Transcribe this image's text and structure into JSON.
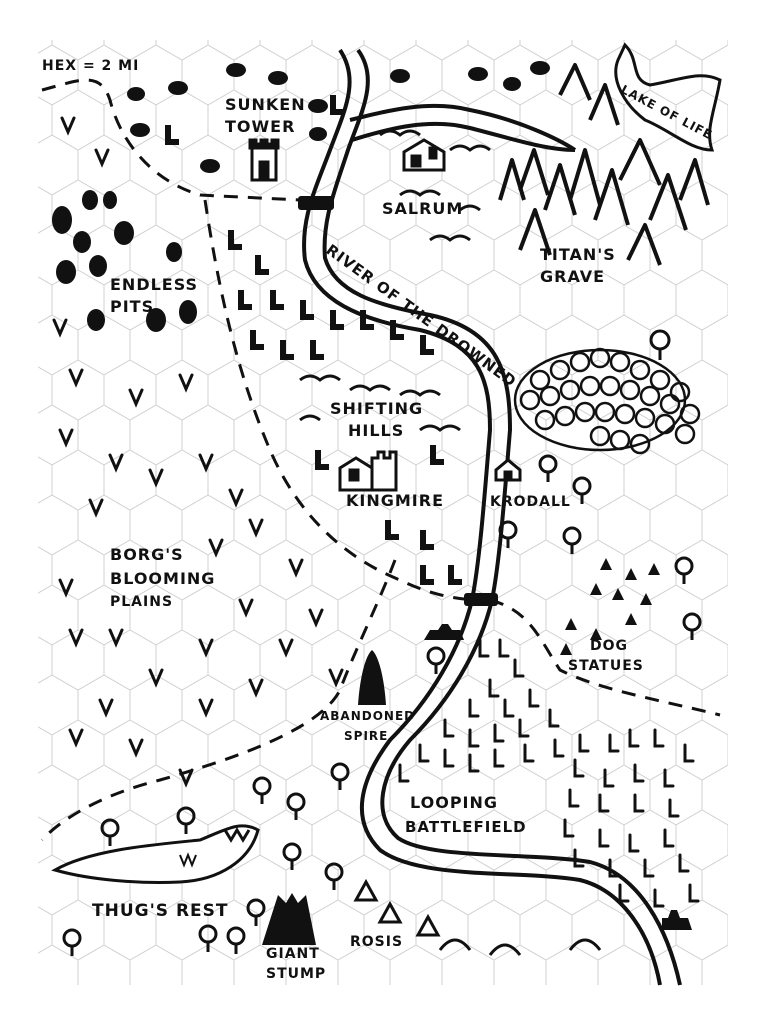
{
  "scale_label": "HEX = 2 MI",
  "colors": {
    "ink": "#111111",
    "paper": "#ffffff",
    "hex_grid": "#d0d0d0"
  },
  "regions": {
    "sunken_tower": [
      "SUNKEN",
      "TOWER"
    ],
    "salrum": "SALRUM",
    "lake_of_life": "LAKE OF LIFE",
    "titans_grave": [
      "TITAN'S",
      "GRAVE"
    ],
    "endless_pits": [
      "ENDLESS",
      "PITS"
    ],
    "river": "RIVER OF THE DROWNED",
    "shifting_hills": [
      "SHIFTING",
      "HILLS"
    ],
    "kingmire": "KINGMIRE",
    "krodall": "KRODALL",
    "borgs_plains": [
      "BORG'S",
      "BLOOMING",
      "PLAINS"
    ],
    "dog_statues": [
      "DOG",
      "STATUES"
    ],
    "abandoned_spire": [
      "ABANDONED",
      "SPIRE"
    ],
    "looping_battlefield": [
      "LOOPING",
      "BATTLEFIELD"
    ],
    "thugs_rest": "THUG'S REST",
    "giant_stump": [
      "GIANT",
      "STUMP"
    ],
    "rosis": "ROSIS"
  },
  "icons": [
    "tower-icon",
    "castle-icon",
    "keep-icon",
    "house-icon",
    "bridge-icon",
    "spire-icon",
    "tent-icon",
    "stump-icon",
    "tree-icon",
    "mountain-icon",
    "grass-icon",
    "pit-icon"
  ]
}
